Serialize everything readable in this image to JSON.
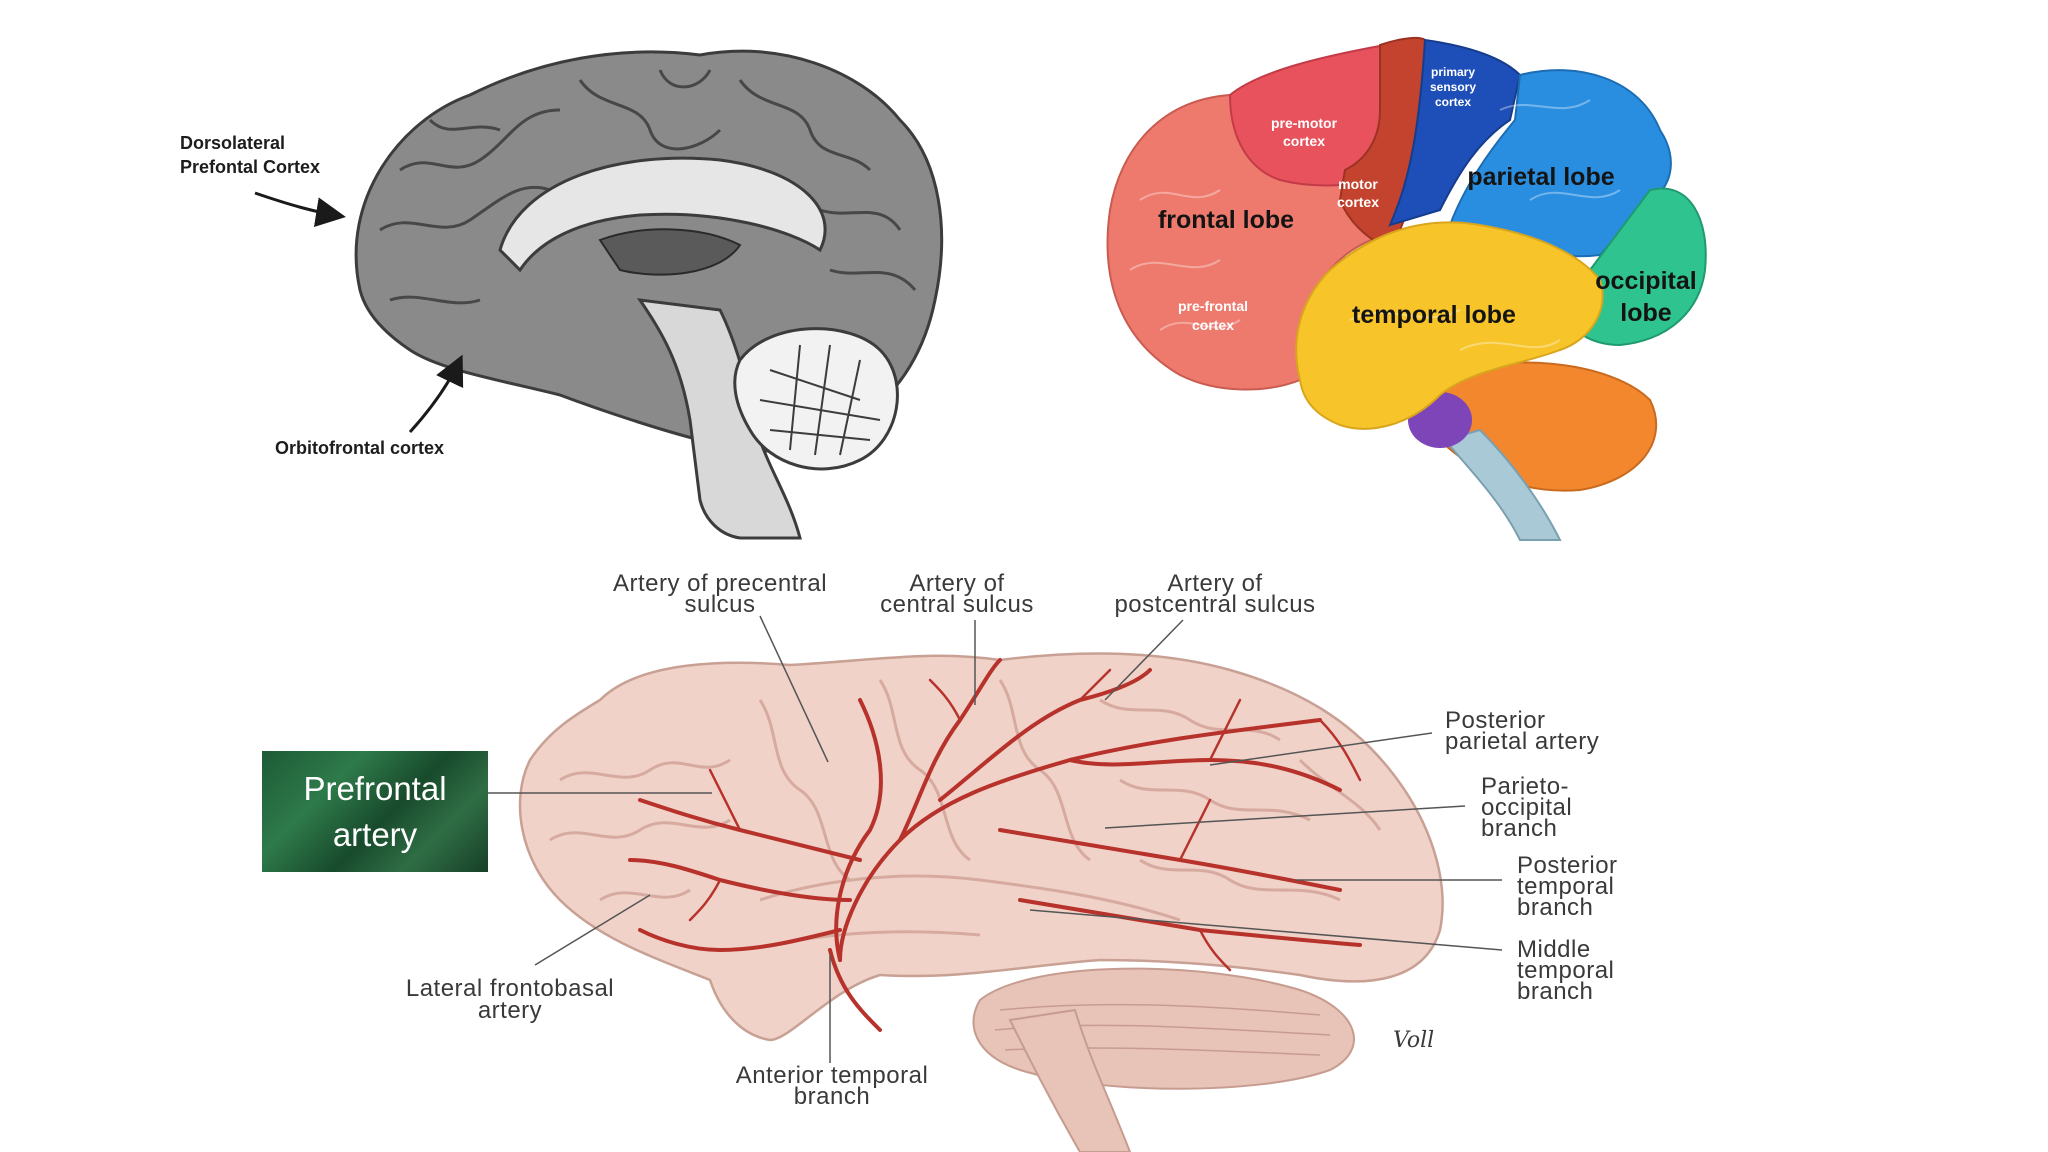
{
  "medial_view": {
    "labels": {
      "dorsolateral_line1": "Dorsolateral",
      "dorsolateral_line2": "Prefontal Cortex",
      "orbitofrontal": "Orbitofrontal cortex"
    },
    "colors": {
      "cortex": "#8a8a8a",
      "white_matter": "#e6e6e6",
      "outline": "#3c3c3c"
    }
  },
  "lobes_view": {
    "lobes": {
      "frontal": "frontal lobe",
      "parietal": "parietal lobe",
      "temporal": "temporal lobe",
      "occipital_line1": "occipital",
      "occipital_line2": "lobe"
    },
    "regions": {
      "premotor_line1": "pre-motor",
      "premotor_line2": "cortex",
      "motor_line1": "motor",
      "motor_line2": "cortex",
      "primary_sensory_line1": "primary",
      "primary_sensory_line2": "sensory",
      "primary_sensory_line3": "cortex",
      "prefrontal_line1": "pre-frontal",
      "prefrontal_line2": "cortex"
    },
    "colors": {
      "frontal": "#ee7a6e",
      "premotor": "#e8525c",
      "motor": "#c4432e",
      "primary_sensory": "#1e4fb8",
      "parietal": "#2a8ee0",
      "occipital": "#2fc38f",
      "temporal": "#f7c52a",
      "cerebellum": "#f2872e",
      "brainstem": "#7d45b8"
    }
  },
  "lateral_view": {
    "labels": {
      "precentral_line1": "Artery of precentral",
      "precentral_line2": "sulcus",
      "central_line1": "Artery of",
      "central_line2": "central sulcus",
      "postcentral_line1": "Artery of",
      "postcentral_line2": "postcentral sulcus",
      "posterior_parietal_line1": "Posterior",
      "posterior_parietal_line2": "parietal artery",
      "parieto_occipital_line1": "Parieto-",
      "parieto_occipital_line2": "occipital",
      "parieto_occipital_line3": "branch",
      "posterior_temporal_line1": "Posterior",
      "posterior_temporal_line2": "temporal",
      "posterior_temporal_line3": "branch",
      "middle_temporal_line1": "Middle",
      "middle_temporal_line2": "temporal",
      "middle_temporal_line3": "branch",
      "lateral_frontobasal_line1": "Lateral frontobasal",
      "lateral_frontobasal_line2": "artery",
      "anterior_temporal_line1": "Anterior temporal",
      "anterior_temporal_line2": "branch",
      "signature": "Voll"
    },
    "colors": {
      "brain": "#f0d2c8",
      "sulcus": "#d7aaa0",
      "artery": "#b8322c"
    }
  },
  "highlight": {
    "line1": "Prefrontal",
    "line2": "artery",
    "color": "#1f5c38"
  }
}
